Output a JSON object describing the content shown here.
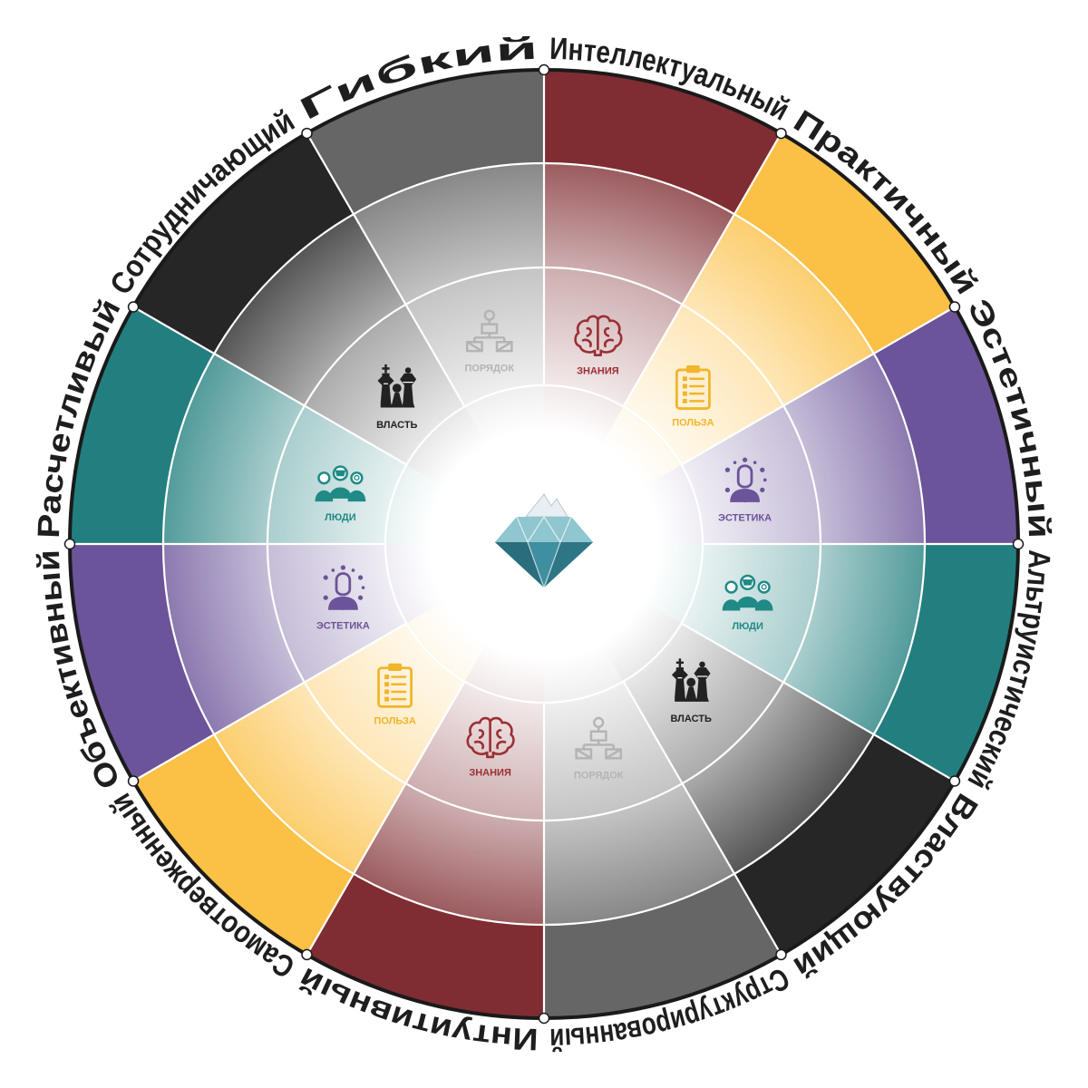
{
  "sectors": [
    {
      "label": "Интеллектуальный",
      "color": "#7f2d32"
    },
    {
      "label": "Практичный",
      "color": "#fbc046"
    },
    {
      "label": "Эстетичный",
      "color": "#6b5499"
    },
    {
      "label": "Альтруистический",
      "color": "#237f7f"
    },
    {
      "label": "Властвующий",
      "color": "#262626"
    },
    {
      "label": "Структурированный",
      "color": "#666666"
    },
    {
      "label": "Интуитивный",
      "color": "#7f2d32"
    },
    {
      "label": "Самоотверженный",
      "color": "#fbc046"
    },
    {
      "label": "Объективный",
      "color": "#6b5499"
    },
    {
      "label": "Расчетливый",
      "color": "#237f7f"
    },
    {
      "label": "Сотрудничающий",
      "color": "#262626"
    },
    {
      "label": "Гибкий",
      "color": "#666666"
    }
  ],
  "values": [
    {
      "label": "ЗНАНИЯ",
      "icon": "brain-icon",
      "color": "#9b2f34"
    },
    {
      "label": "ПОЛЬЗА",
      "icon": "clipboard-icon",
      "color": "#f2b52b"
    },
    {
      "label": "ЭСТЕТИКА",
      "icon": "person-icon",
      "color": "#6b5499"
    },
    {
      "label": "ЛЮДИ",
      "icon": "people-icon",
      "color": "#1f8a86"
    },
    {
      "label": "ВЛАСТЬ",
      "icon": "chess-icon",
      "color": "#222222"
    },
    {
      "label": "ПОРЯДОК",
      "icon": "flowchart-icon",
      "color": "#b4b4b4"
    },
    {
      "label": "ЗНАНИЯ",
      "icon": "brain-icon",
      "color": "#9b2f34"
    },
    {
      "label": "ПОЛЬЗА",
      "icon": "clipboard-icon",
      "color": "#f2b52b"
    },
    {
      "label": "ЭСТЕТИКА",
      "icon": "person-icon",
      "color": "#6b5499"
    },
    {
      "label": "ЛЮДИ",
      "icon": "people-icon",
      "color": "#1f8a86"
    },
    {
      "label": "ВЛАСТЬ",
      "icon": "chess-icon",
      "color": "#222222"
    },
    {
      "label": "ПОРЯДОК",
      "icon": "flowchart-icon",
      "color": "#b4b4b4"
    }
  ],
  "center_icon": "diamond-icon",
  "center_colors": {
    "body": "#3e8fa0",
    "light": "#8fc6d0",
    "dark": "#2a6d7c",
    "snow": "#e8eef2"
  }
}
